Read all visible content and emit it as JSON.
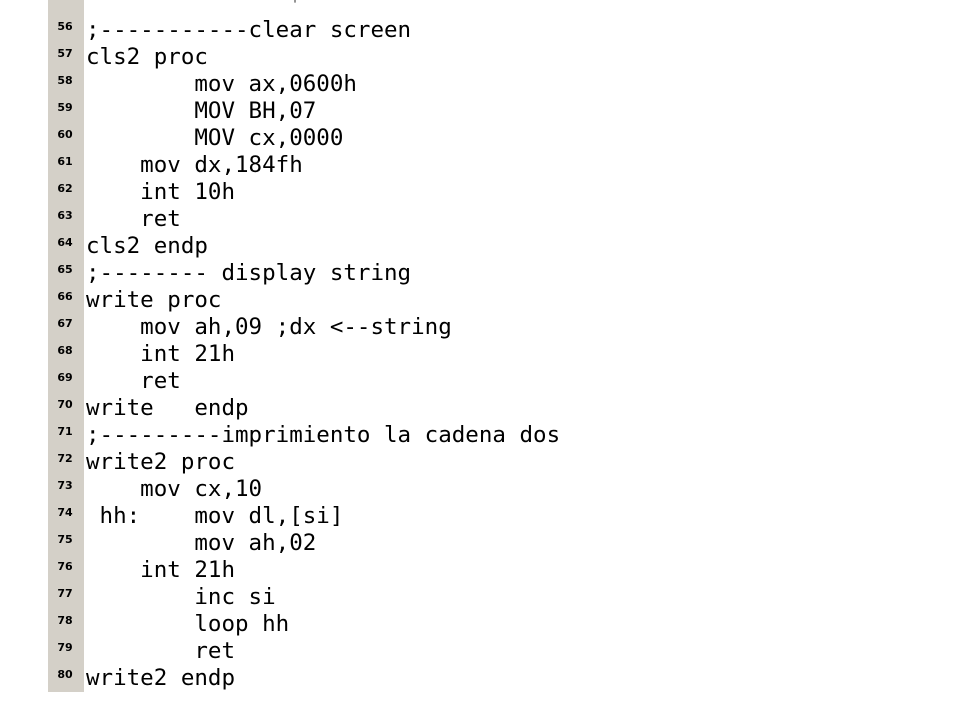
{
  "editor": {
    "top_fragment": "'",
    "lines": [
      {
        "number": "56",
        "text": ";-----------clear screen"
      },
      {
        "number": "57",
        "text": "cls2 proc"
      },
      {
        "number": "58",
        "text": "        mov ax,0600h"
      },
      {
        "number": "59",
        "text": "        MOV BH,07"
      },
      {
        "number": "60",
        "text": "        MOV cx,0000"
      },
      {
        "number": "61",
        "text": "    mov dx,184fh"
      },
      {
        "number": "62",
        "text": "    int 10h"
      },
      {
        "number": "63",
        "text": "    ret"
      },
      {
        "number": "64",
        "text": "cls2 endp"
      },
      {
        "number": "65",
        "text": ";-------- display string"
      },
      {
        "number": "66",
        "text": "write proc"
      },
      {
        "number": "67",
        "text": "    mov ah,09 ;dx <--string"
      },
      {
        "number": "68",
        "text": "    int 21h"
      },
      {
        "number": "69",
        "text": "    ret"
      },
      {
        "number": "70",
        "text": "write   endp"
      },
      {
        "number": "71",
        "text": ";---------imprimiento la cadena dos"
      },
      {
        "number": "72",
        "text": "write2 proc"
      },
      {
        "number": "73",
        "text": "    mov cx,10"
      },
      {
        "number": "74",
        "text": " hh:    mov dl,[si]"
      },
      {
        "number": "75",
        "text": "        mov ah,02"
      },
      {
        "number": "76",
        "text": "    int 21h"
      },
      {
        "number": "77",
        "text": "        inc si"
      },
      {
        "number": "78",
        "text": "        loop hh"
      },
      {
        "number": "79",
        "text": "        ret"
      },
      {
        "number": "80",
        "text": "write2 endp"
      }
    ]
  }
}
